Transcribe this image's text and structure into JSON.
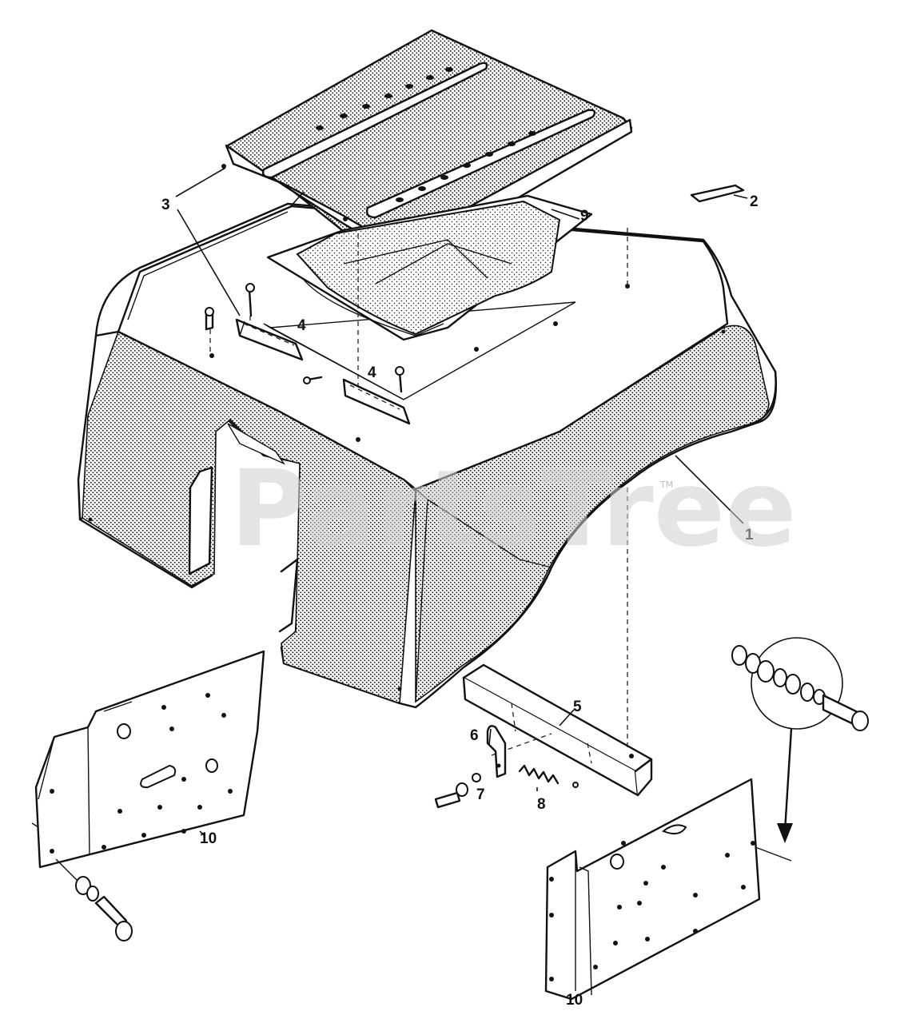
{
  "diagram": {
    "watermark": "PartsTree",
    "watermark_tm": "TM",
    "labels": {
      "p1": "1",
      "p2": "2",
      "p3": "3",
      "p4a": "4",
      "p4b": "4",
      "p5": "5",
      "p6": "6",
      "p7": "7",
      "p8": "8",
      "p9": "9",
      "p10a": "10",
      "p10b": "10"
    }
  },
  "colors": {
    "ink": "#111111",
    "paper": "#ffffff",
    "watermark": "#cfcfcf"
  }
}
